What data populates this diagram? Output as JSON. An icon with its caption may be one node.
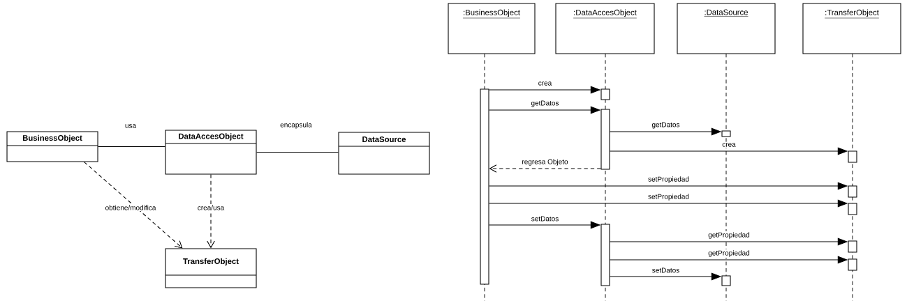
{
  "diagram": {
    "nodes": [
      {
        "text": [
          "BusinessObject"
        ]
      },
      {
        "text": [
          "DataAccesObject"
        ]
      },
      {
        "text": [
          "DataSource"
        ]
      },
      {
        "text": [
          "TransferObject"
        ]
      },
      {
        "text": [
          ":BusinessObject"
        ]
      },
      {
        "text": [
          ":DataAccesObject"
        ]
      },
      {
        "text": [
          ":DataSource"
        ]
      },
      {
        "text": [
          ":TransferObject"
        ]
      },
      {
        "text": [],
        "shape": "box"
      },
      {
        "text": [],
        "shape": "box"
      },
      {
        "text": [],
        "shape": "box"
      },
      {
        "text": [],
        "shape": "box"
      },
      {
        "text": [],
        "shape": "box"
      },
      {
        "text": [],
        "shape": "box"
      },
      {
        "text": [],
        "shape": "box"
      },
      {
        "text": [],
        "shape": "box"
      },
      {
        "text": [],
        "shape": "box"
      },
      {
        "text": [],
        "shape": "box"
      },
      {
        "text": [],
        "shape": "box"
      }
    ],
    "edges": [
      {
        "from": 0,
        "to": 1,
        "arrow": "none",
        "label": "usa"
      },
      {
        "from": 1,
        "to": 2,
        "arrow": "none",
        "label": "encapsula"
      },
      {
        "from": 0,
        "to": 3,
        "arrow": "to",
        "label": "obtiene/modifica",
        "style": "dashed"
      },
      {
        "from": 1,
        "to": 3,
        "arrow": "to",
        "label": "crea/usa",
        "style": "dashed"
      },
      {
        "from": 8,
        "to": 9,
        "arrow": "to",
        "label": "crea"
      },
      {
        "from": 8,
        "to": 10,
        "arrow": "to",
        "label": "getDatos"
      },
      {
        "from": 10,
        "to": 12,
        "arrow": "to",
        "label": "getDatos"
      },
      {
        "from": 10,
        "to": 14,
        "arrow": "to",
        "label": "crea"
      },
      {
        "from": 10,
        "to": 8,
        "arrow": "to",
        "label": "regresa Objeto",
        "style": "dashed"
      },
      {
        "from": 8,
        "to": 15,
        "arrow": "to",
        "label": "setPropiedad"
      },
      {
        "from": 8,
        "to": 16,
        "arrow": "to",
        "label": "setPropiedad"
      },
      {
        "from": 8,
        "to": 11,
        "arrow": "to",
        "label": "setDatos"
      },
      {
        "from": 11,
        "to": 17,
        "arrow": "to",
        "label": "getPropiedad"
      },
      {
        "from": 11,
        "to": 18,
        "arrow": "to",
        "label": "getPropiedad"
      },
      {
        "from": 11,
        "to": 13,
        "arrow": "to",
        "label": "setDatos"
      }
    ]
  }
}
